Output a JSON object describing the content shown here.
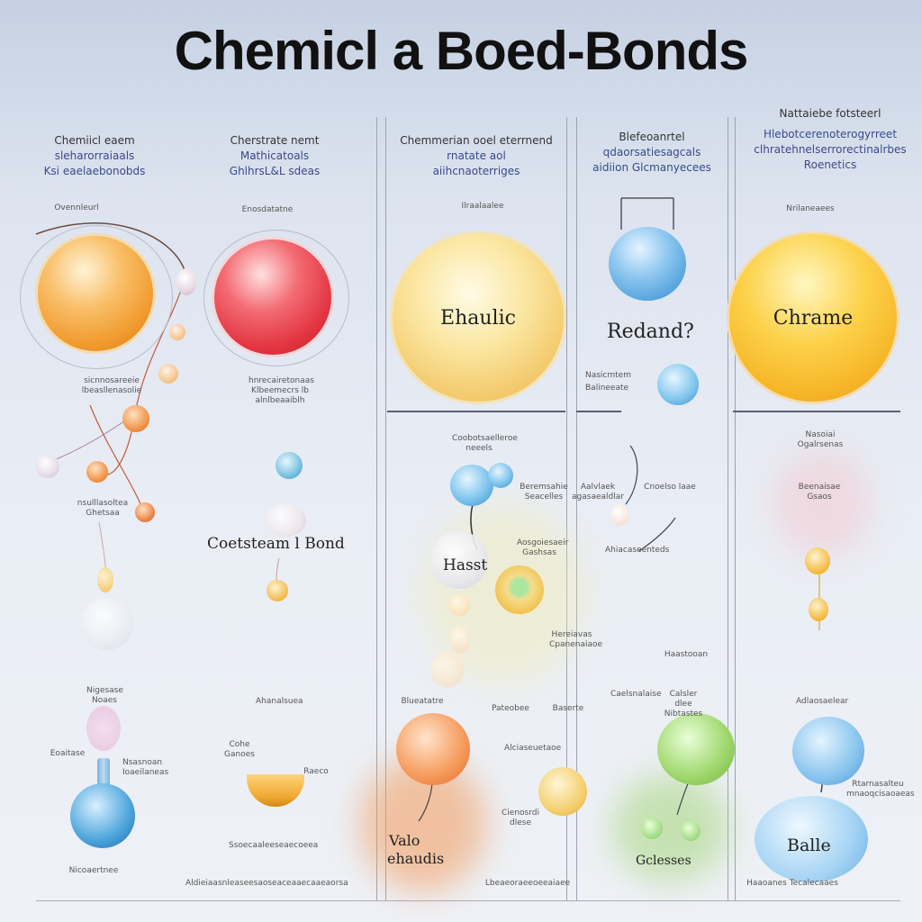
{
  "title": "Chemicl  a Boed-Bonds",
  "columns": [
    {
      "header": [
        "Chemiicl eaem",
        "sleharorraiaals",
        "Ksi eaelaebonobds"
      ]
    },
    {
      "header": [
        "Cherstrate nemt",
        "Mathicatoals",
        "GhlhrsL&L sdeas"
      ]
    },
    {
      "header": [
        "Chemmerian ooel eterrnend",
        "rnatate aol",
        "aiihcnaoterriges"
      ]
    },
    {
      "header": [
        "Blefeoanrtel",
        "qdaorsatiesagcals",
        "aidiion Glcmanyecees"
      ]
    },
    {
      "header": [
        "Nattaiebe fotsteerl",
        "Hlebotcerenoterogyrreet",
        "clhratehnelserrorectinalrbes",
        "Roenetics"
      ]
    }
  ],
  "spheres": {
    "s1_label": "Ovennleurl",
    "s2_label": "Enosdatatne",
    "s3_label": "Ilraalaalee",
    "s3_text": "Ehaulic",
    "s4_text": "Redand?",
    "s5_label": "Nrilaneaees",
    "s5_text": "Chrame"
  },
  "labels": {
    "covalent": "Coetsteam l Bond",
    "hasst": "Hasst",
    "vale": "Valo",
    "ehaudis": "ehaudis",
    "gclesus": "Gclesses",
    "balle": "Balle"
  },
  "notes": {
    "n1": "sicnnosareeie lbeasllenasolie",
    "n2": "hnrecairetonaas Klbeemecrs lb alnlbeaaiblh",
    "n3": "nsulllasoltea Ghetsaa",
    "n4": "Coobotsaelleroe neeels",
    "n5": "Nasicmtem",
    "n6": "Beremsahie Seacelles",
    "n7": "Aalvlaek agasaealdlar",
    "n8": "Cnoelso laae",
    "n9": "Aosgoiesaeir Gashsas",
    "n10": "Ahiacaseenteds",
    "n11": "Hereiavas Cpanenaiaoe",
    "n12": "Haastooan",
    "n13": "Nasoiai Ogalrsenas",
    "n14": "Beenaisae Gsaos",
    "n15": "Nigesase Noaes",
    "n16": "Eoaitase",
    "n17": "Nsasnoan Ioaeilaneas",
    "n18": "Cohe Ganoes",
    "n19": "Ahanalsuea",
    "n20": "Ssoecaaleeseaecoeea",
    "n21": "Raeco",
    "n22": "Blueatatre",
    "n23": "Pateobee",
    "n24": "Baserte",
    "n25": "Caelsnalaise",
    "n26": "Calsler dlee Nibtastes",
    "n27": "Cienosrdi dlese",
    "n28": "Rtarnasalteu mnaoqcisaoaeas",
    "n29": "Adlaosaelear",
    "n30": "Alciaseuetaoe",
    "n31": "Balineeate",
    "n32": "Nicoaertnee",
    "n33": "Aldieiaasnleaseesaoseaceaaecaaeaorsa",
    "n34": "Lbeaeoraeeoeeaiaee",
    "n35": "Haaoanes Tecalecaaes"
  }
}
